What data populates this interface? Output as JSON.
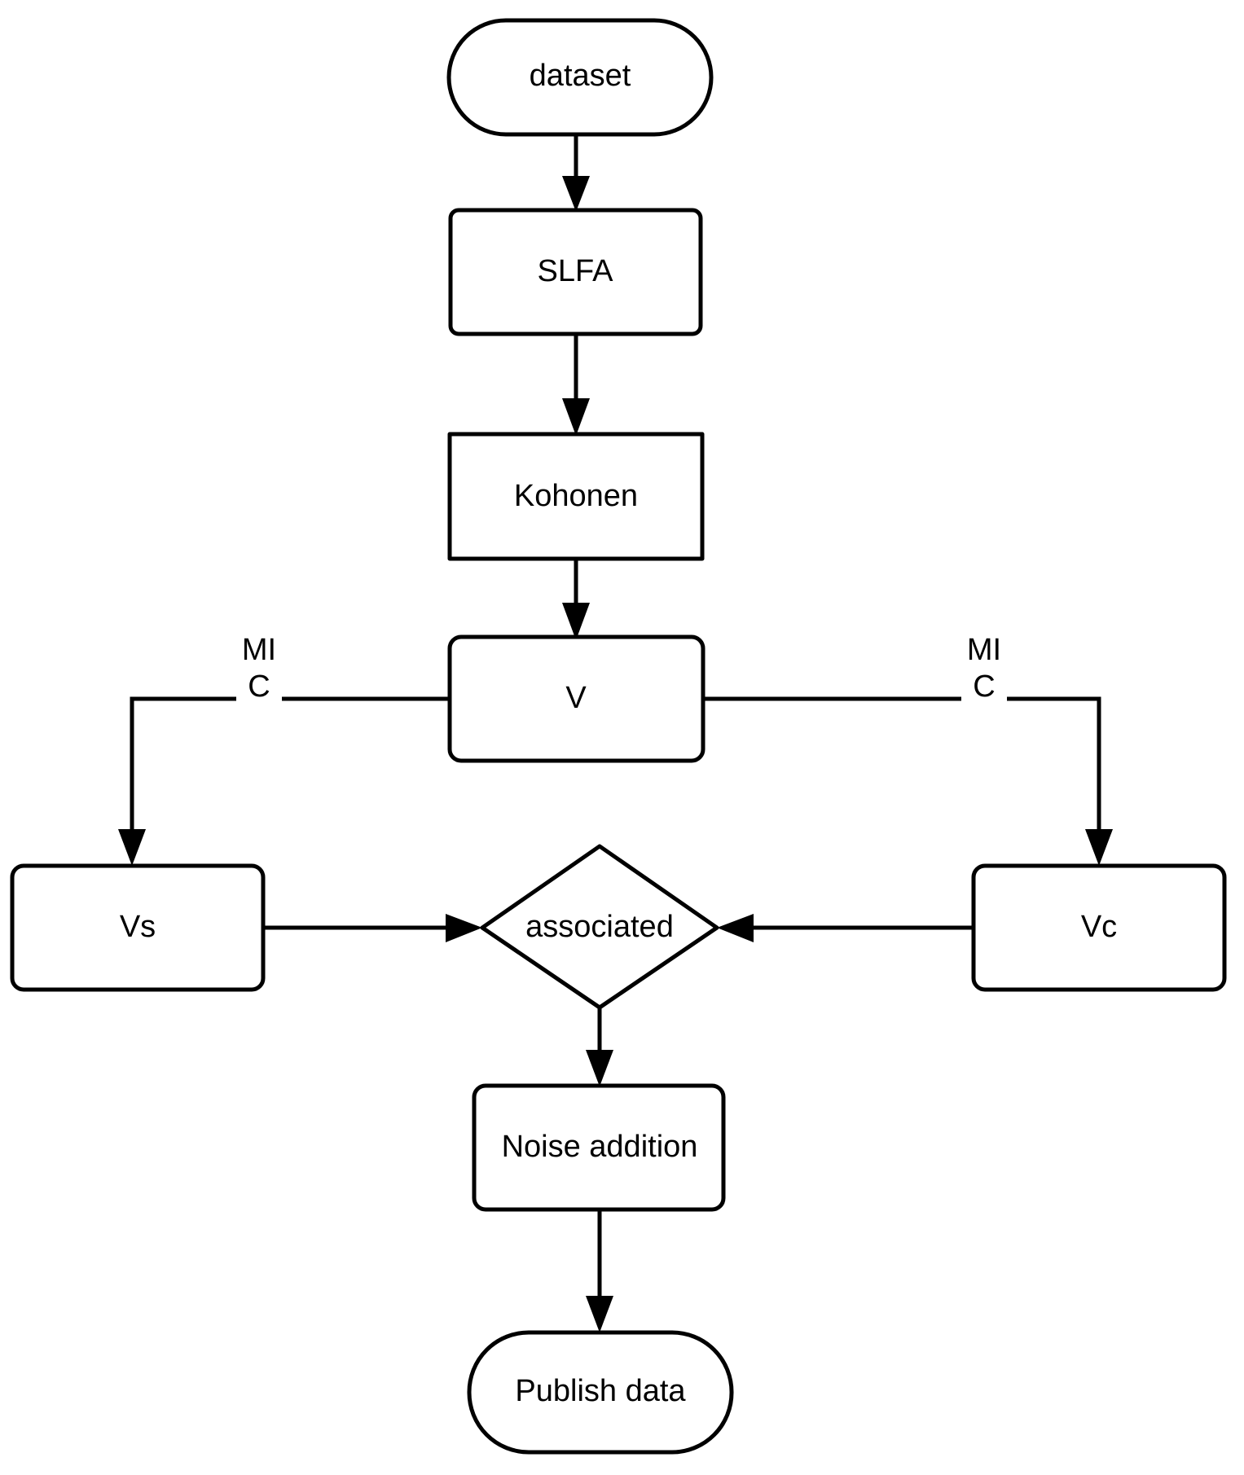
{
  "diagram": {
    "type": "flowchart",
    "title": "",
    "orientation": "top-to-bottom",
    "background_color": "#ffffff",
    "line_color": "#000000",
    "fill_color": "#ffffff",
    "nodes": {
      "dataset": {
        "label": "dataset",
        "shape": "stadium"
      },
      "slfa": {
        "label": "SLFA",
        "shape": "rounded-rectangle"
      },
      "kohonen": {
        "label": "Kohonen",
        "shape": "rectangle"
      },
      "v": {
        "label": "V",
        "shape": "rounded-rectangle"
      },
      "vs": {
        "label": "Vs",
        "shape": "rounded-rectangle"
      },
      "vc": {
        "label": "Vc",
        "shape": "rounded-rectangle"
      },
      "associated": {
        "label": "associated",
        "shape": "diamond"
      },
      "noise_addition": {
        "label": "Noise addition",
        "shape": "rounded-rectangle"
      },
      "publish_data": {
        "label": "Publish data",
        "shape": "stadium"
      }
    },
    "edge_labels": {
      "left_mi": "MI",
      "left_c": "C",
      "right_mi": "MI",
      "right_c": "C"
    },
    "edges": [
      {
        "from": "dataset",
        "to": "slfa",
        "label": ""
      },
      {
        "from": "slfa",
        "to": "kohonen",
        "label": ""
      },
      {
        "from": "kohonen",
        "to": "v",
        "label": ""
      },
      {
        "from": "v",
        "to": "vs",
        "label": "MI C"
      },
      {
        "from": "v",
        "to": "vc",
        "label": "MI C"
      },
      {
        "from": "vs",
        "to": "associated",
        "label": ""
      },
      {
        "from": "vc",
        "to": "associated",
        "label": ""
      },
      {
        "from": "associated",
        "to": "noise_addition",
        "label": ""
      },
      {
        "from": "noise_addition",
        "to": "publish_data",
        "label": ""
      }
    ]
  }
}
